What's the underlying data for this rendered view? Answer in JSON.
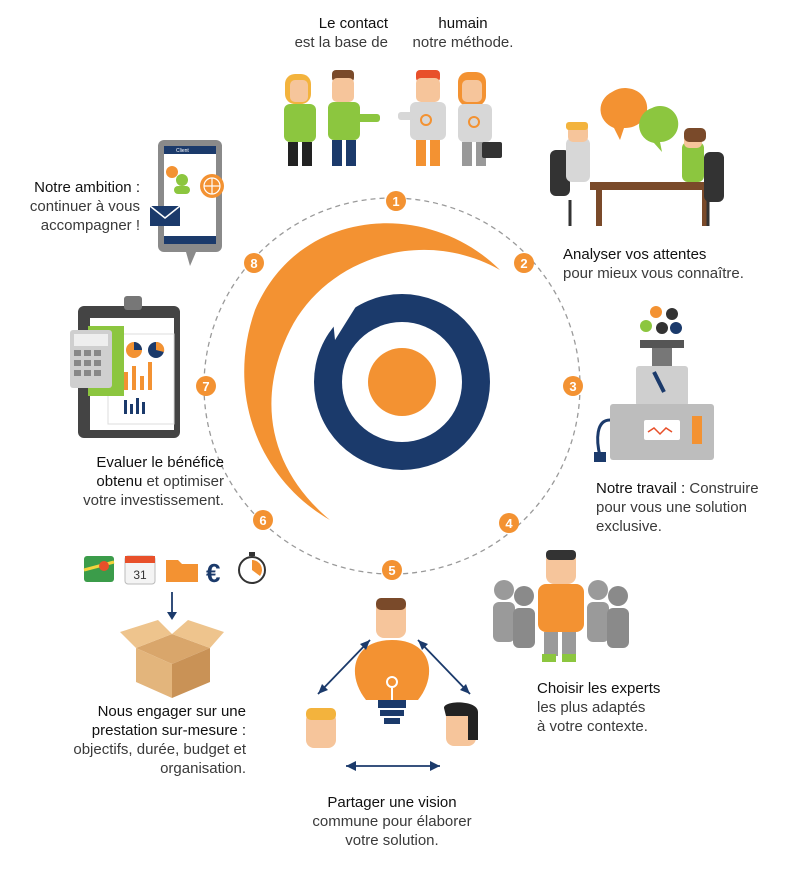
{
  "steps": [
    {
      "num": "1",
      "lines": [
        {
          "strong": "Le contact",
          "rest": ""
        },
        {
          "strong": "",
          "rest": "est la base de"
        }
      ],
      "lines2": [
        {
          "strong": "humain",
          "rest": ""
        },
        {
          "strong": "",
          "rest": "notre méthode."
        }
      ]
    },
    {
      "num": "2",
      "lines": [
        {
          "strong": "Analyser vos attentes",
          "rest": ""
        },
        {
          "strong": "",
          "rest": "pour mieux vous connaître."
        }
      ]
    },
    {
      "num": "3",
      "lines": [
        {
          "strong": "Notre travail :",
          "rest": " Construire"
        },
        {
          "strong": "",
          "rest": "pour vous une solution"
        },
        {
          "strong": "",
          "rest": "exclusive."
        }
      ]
    },
    {
      "num": "4",
      "lines": [
        {
          "strong": "Choisir les experts",
          "rest": ""
        },
        {
          "strong": "",
          "rest": "les plus adaptés"
        },
        {
          "strong": "",
          "rest": "à votre contexte."
        }
      ]
    },
    {
      "num": "5",
      "lines": [
        {
          "strong": "Partager  une vision",
          "rest": ""
        },
        {
          "strong": "",
          "rest": "commune pour élaborer"
        },
        {
          "strong": "",
          "rest": "votre solution."
        }
      ]
    },
    {
      "num": "6",
      "lines": [
        {
          "strong": "Nous engager sur une",
          "rest": ""
        },
        {
          "strong": "prestation sur-mesure :",
          "rest": ""
        },
        {
          "strong": "",
          "rest": "objectifs, durée, budget et"
        },
        {
          "strong": "",
          "rest": "organisation."
        }
      ]
    },
    {
      "num": "7",
      "lines": [
        {
          "strong": "Evaluer le bénéfice",
          "rest": ""
        },
        {
          "strong": "obtenu",
          "rest": " et optimiser"
        },
        {
          "strong": "",
          "rest": "votre investissement."
        }
      ]
    },
    {
      "num": "8",
      "lines": [
        {
          "strong": "Notre ambition :",
          "rest": ""
        },
        {
          "strong": "",
          "rest": "continuer à vous"
        },
        {
          "strong": "",
          "rest": "accompagner !"
        }
      ]
    }
  ],
  "icons": {
    "tablet_label": "Client",
    "calendar_day": "31",
    "currency": "€"
  },
  "colors": {
    "orange": "#f39232",
    "navy": "#1b3a6b",
    "green": "#8cc63f",
    "gray": "#9a9a9a"
  }
}
